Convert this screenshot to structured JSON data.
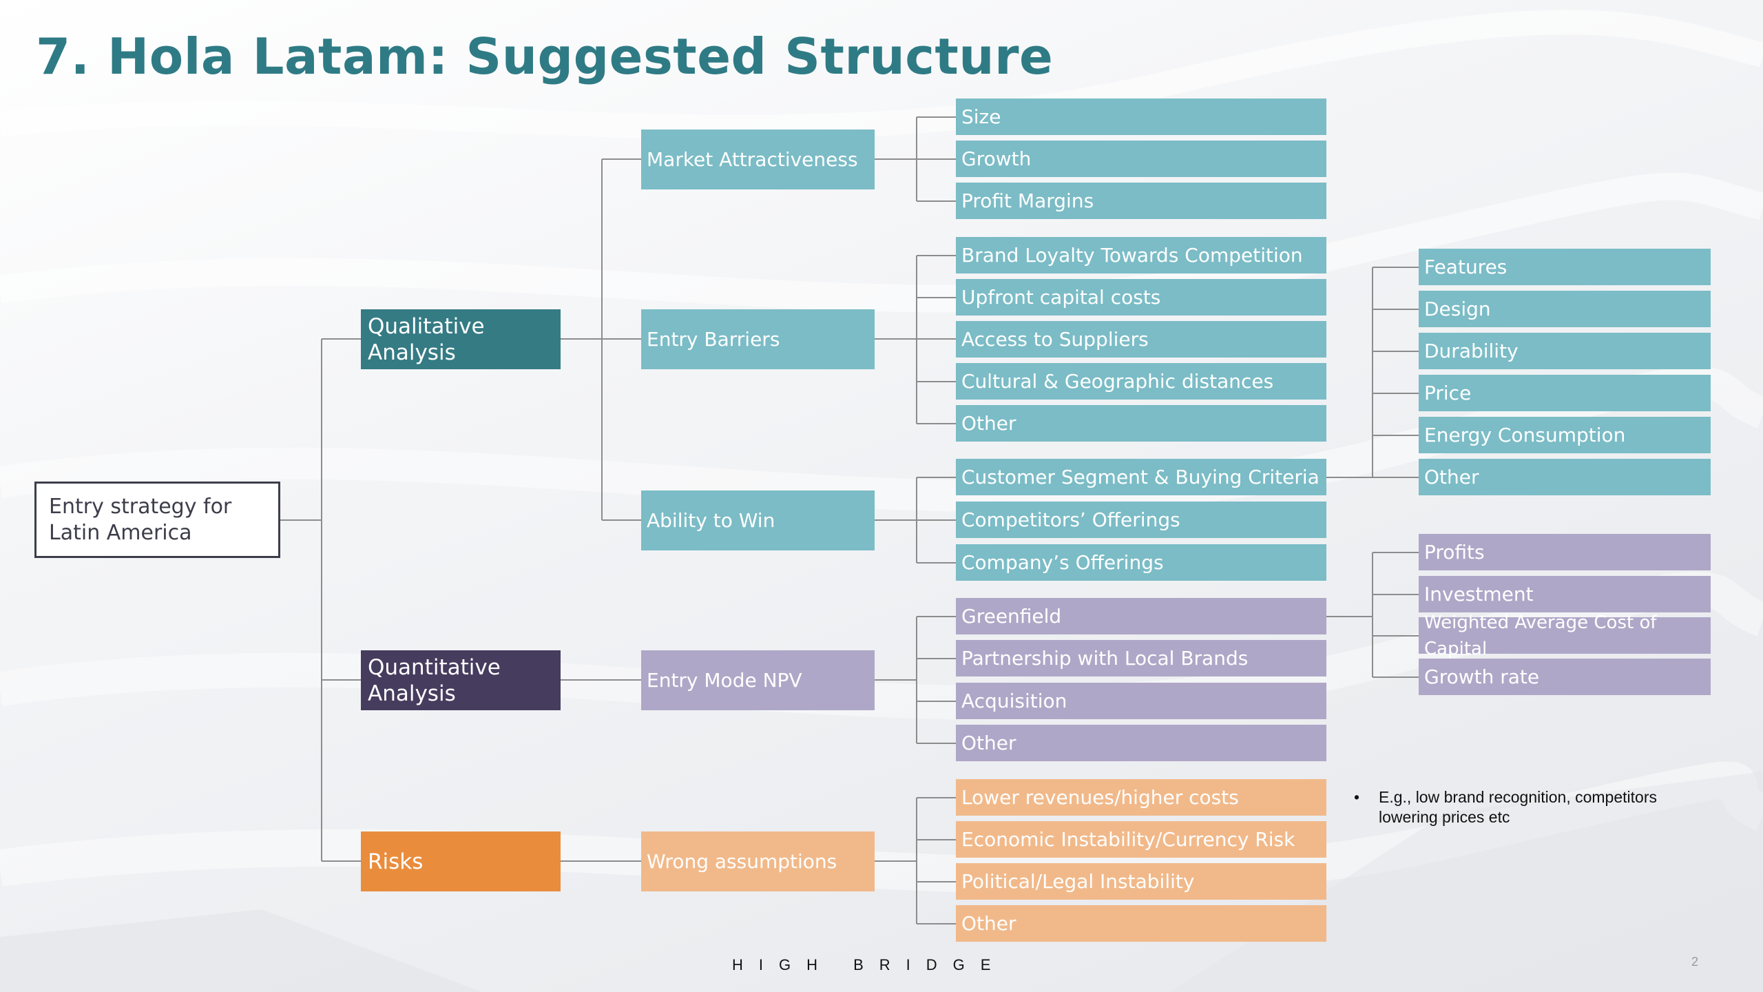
{
  "title": "7. Hola Latam: Suggested Structure",
  "root": {
    "label": "Entry strategy for\nLatin America"
  },
  "branches": {
    "qualitative": {
      "label": "Qualitative\nAnalysis",
      "color": "#357b84",
      "children": {
        "market_attractiveness": {
          "label": "Market Attractiveness",
          "items": [
            "Size",
            "Growth",
            "Profit Margins"
          ]
        },
        "entry_barriers": {
          "label": "Entry Barriers",
          "items": [
            "Brand Loyalty Towards Competition",
            "Upfront capital costs",
            "Access to Suppliers",
            "Cultural & Geographic distances",
            "Other"
          ]
        },
        "ability_to_win": {
          "label": "Ability to Win",
          "items": [
            "Customer Segment & Buying Criteria",
            "Competitors’ Offerings",
            "Company’s Offerings"
          ],
          "buying_criteria": [
            "Features",
            "Design",
            "Durability",
            "Price",
            "Energy Consumption",
            "Other"
          ]
        }
      }
    },
    "quantitative": {
      "label": "Quantitative\nAnalysis",
      "color": "#463c5e",
      "children": {
        "entry_mode_npv": {
          "label": "Entry Mode NPV",
          "items": [
            "Greenfield",
            "Partnership with Local Brands",
            "Acquisition",
            "Other"
          ],
          "greenfield_drivers": [
            "Profits",
            "Investment",
            "Weighted Average Cost of Capital",
            "Growth rate"
          ]
        }
      }
    },
    "risks": {
      "label": "Risks",
      "color": "#e98d3d",
      "children": {
        "wrong_assumptions": {
          "label": "Wrong assumptions",
          "items": [
            "Lower revenues/higher costs",
            "Economic Instability/Currency Risk",
            "Political/Legal Instability",
            "Other"
          ],
          "note": "E.g., low brand recognition, competitors lowering prices etc"
        }
      }
    }
  },
  "colors": {
    "title": "#2f7b85",
    "teal_light": "#7bbcc6",
    "lavender": "#afa7c7",
    "peach": "#f1b98a",
    "connector": "#8c8c8c"
  },
  "footer": {
    "brand": "HIGH BRIDGE",
    "page_number": "2"
  }
}
